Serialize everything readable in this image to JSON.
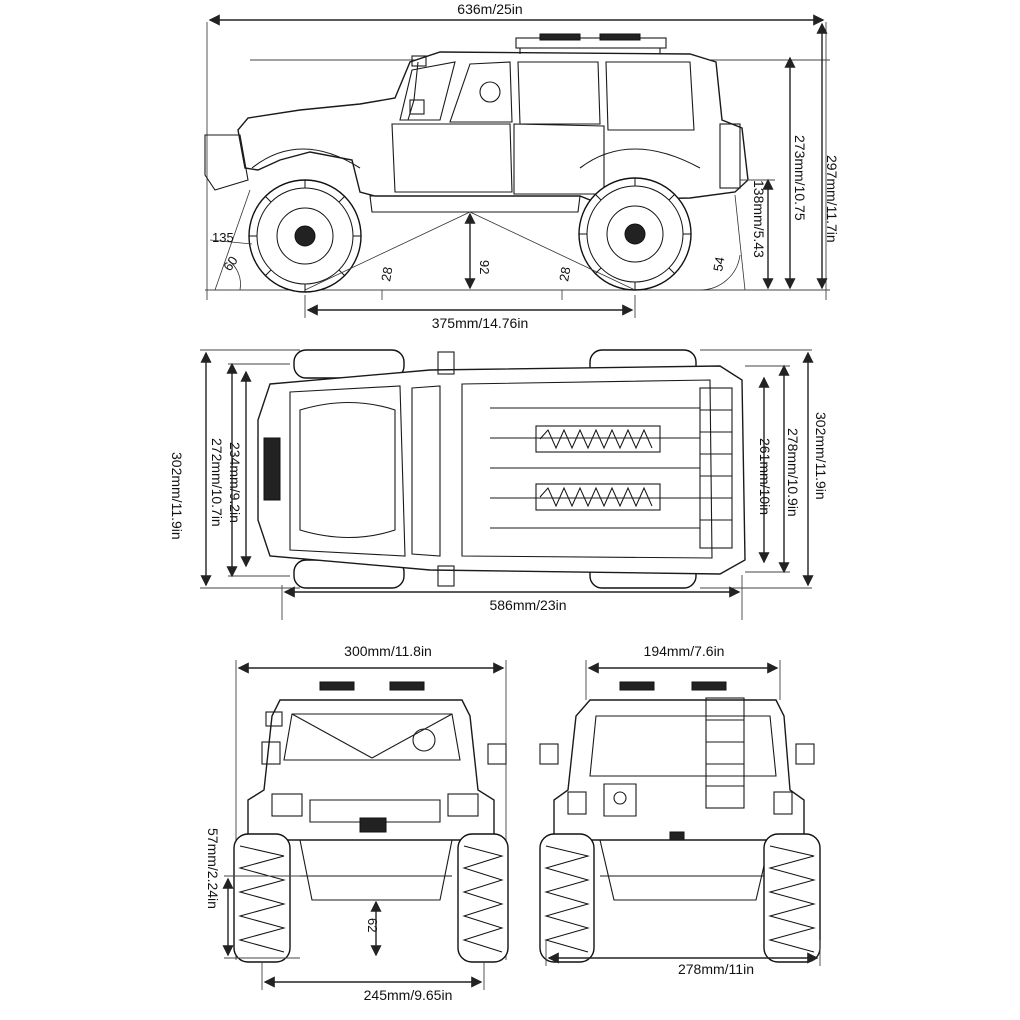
{
  "side_view": {
    "total_length": "636m/25in",
    "total_height": "297mm/11.7in",
    "body_height": "273mm/10.75",
    "ground_to_door": "138mm/5.43",
    "wheelbase": "375mm/14.76in",
    "front_approach_angle": "60",
    "front_overhang_angle": "135",
    "front_ramp_angle": "28",
    "rear_ramp_angle": "28",
    "ground_clearance": "92",
    "departure_angle": "54"
  },
  "top_view": {
    "left_total_width": "302mm/11.9in",
    "hood_width": "234mm/9.2in",
    "front_track_width": "272mm/10.7in",
    "rear_width": "278mm/10.9in",
    "rear_track_width": "261mm/10in",
    "right_total_width": "302mm/11.9in",
    "length": "586mm/23in"
  },
  "front_view": {
    "overall_width": "300mm/11.8in",
    "axle_height": "57mm/2.24in",
    "axle_clearance": "62",
    "track_width": "245mm/9.65in"
  },
  "rear_view": {
    "roof_width": "194mm/7.6in",
    "overall_width": "278mm/11in"
  }
}
